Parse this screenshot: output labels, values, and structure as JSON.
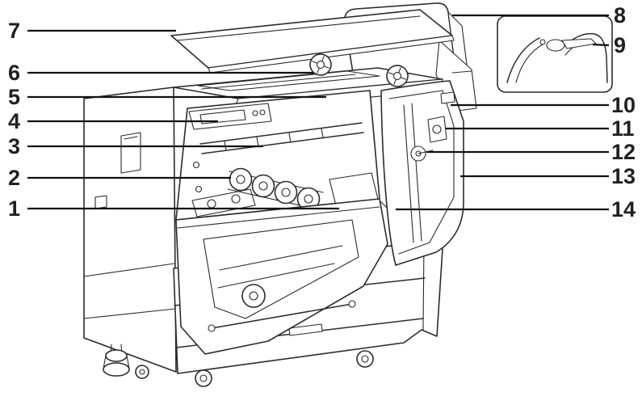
{
  "colors": {
    "line": "#231f20",
    "background": "#ffffff"
  },
  "callouts": [
    {
      "label": "1"
    },
    {
      "label": "2"
    },
    {
      "label": "3"
    },
    {
      "label": "4"
    },
    {
      "label": "5"
    },
    {
      "label": "6"
    },
    {
      "label": "7"
    },
    {
      "label": "8"
    },
    {
      "label": "9"
    },
    {
      "label": "10"
    },
    {
      "label": "11"
    },
    {
      "label": "12"
    },
    {
      "label": "13"
    },
    {
      "label": "14"
    }
  ]
}
